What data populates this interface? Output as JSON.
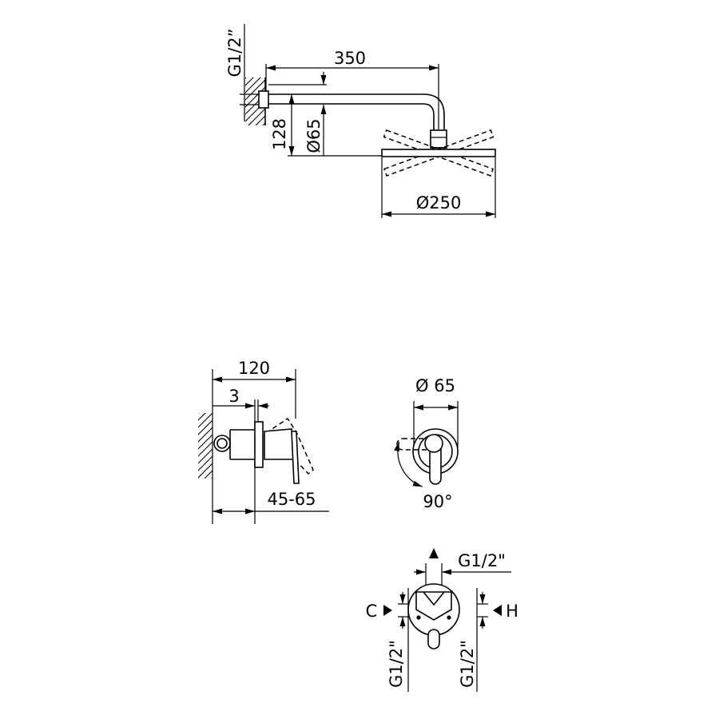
{
  "drawing": {
    "shower_arm": {
      "inlet_thread": "G1/2”",
      "arm_projection": "350",
      "arm_drop": "128",
      "flange_diameter": "Ø65",
      "head_diameter": "Ø250"
    },
    "mixer_side_view": {
      "total_depth": "120",
      "flange_offset": "3",
      "wall_depth_range": "45-65"
    },
    "mixer_front_view": {
      "plate_diameter": "Ø 65",
      "handle_rotation": "90°"
    },
    "mixer_connections": {
      "outlet_thread": "G1/2\"",
      "cold_label": "C",
      "hot_label": "H",
      "cold_thread": "G1/2\"",
      "hot_thread": "G1/2\""
    }
  },
  "colors": {
    "line": "#000000",
    "background": "#ffffff"
  }
}
